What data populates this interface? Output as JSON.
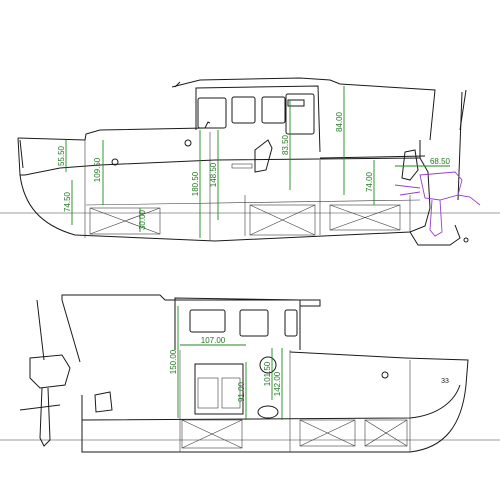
{
  "colors": {
    "lines": "#1a1a1a",
    "dimensions": "#1f8a1f",
    "outboard_motor": "#9a3ec9",
    "background": "#ffffff"
  },
  "upper_view": {
    "dimensions": {
      "d1": "55.50",
      "d2": "109.50",
      "d3": "74.50",
      "d4": "30.00",
      "d5": "180.50",
      "d6": "148.50",
      "d7": "83.50",
      "d8": "84.00",
      "d9": "74.00",
      "d10": "68.50"
    }
  },
  "lower_view": {
    "dimensions": {
      "d1": "107.00",
      "d2": "150.00",
      "d3": "101.50",
      "d4": "91.00",
      "d5": "142.00"
    },
    "hull_number": "33"
  }
}
